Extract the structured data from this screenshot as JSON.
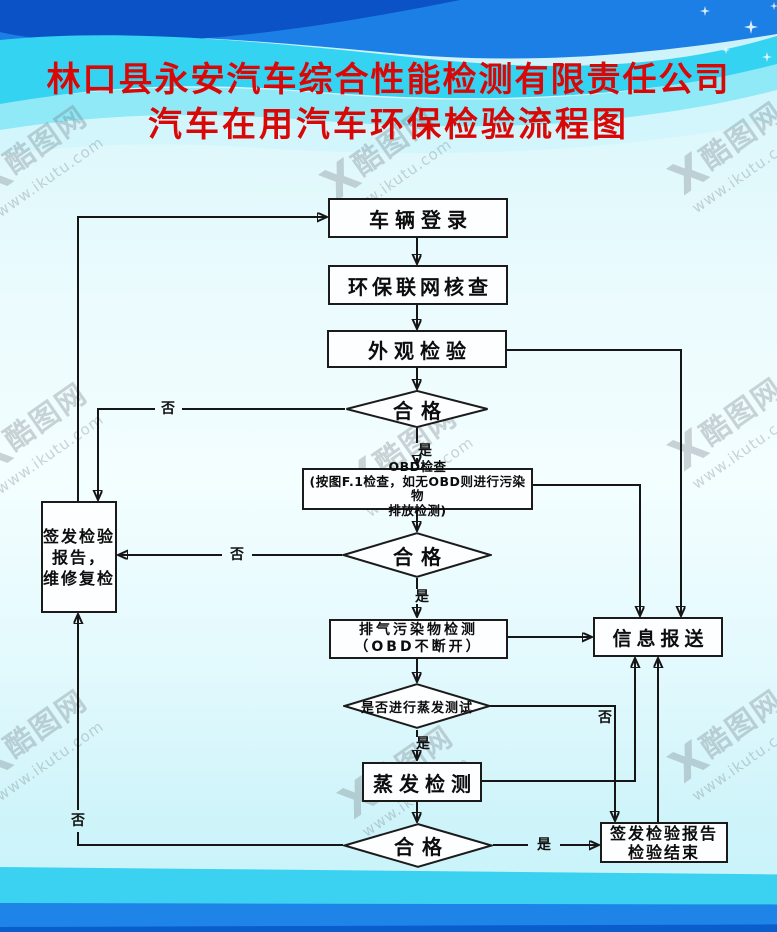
{
  "title": {
    "line1": "林口县永安汽车综合性能检测有限责任公司",
    "line2": "汽车在用汽车环保检验流程图"
  },
  "watermark": {
    "logo": "X",
    "brand": "酷图网",
    "url": "www.ikutu.com"
  },
  "flowchart": {
    "nodes": {
      "vehicle_login": {
        "label": "车辆登录"
      },
      "env_check": {
        "label": "环保联网核查"
      },
      "appearance": {
        "label": "外观检验"
      },
      "qualified1": {
        "label": "合格"
      },
      "obd": {
        "line1": "OBD检查",
        "line2": "(按图F.1检查，如无OBD则进行污染物",
        "line3": "排放检测)"
      },
      "qualified2": {
        "label": "合格"
      },
      "repair_report": {
        "line1": "签发检验",
        "line2": "报告，",
        "line3": "维修复检"
      },
      "exhaust": {
        "line1": "排气污染物检测",
        "line2": "（OBD不断开）"
      },
      "info_report": {
        "label": "信息报送"
      },
      "evap_decision": {
        "label": "是否进行蒸发测试"
      },
      "evap_test": {
        "label": "蒸发检测"
      },
      "qualified3": {
        "label": "合格"
      },
      "final_report": {
        "line1": "签发检验报告",
        "line2": "检验结束"
      }
    },
    "edge_labels": {
      "yes": "是",
      "no": "否"
    }
  }
}
